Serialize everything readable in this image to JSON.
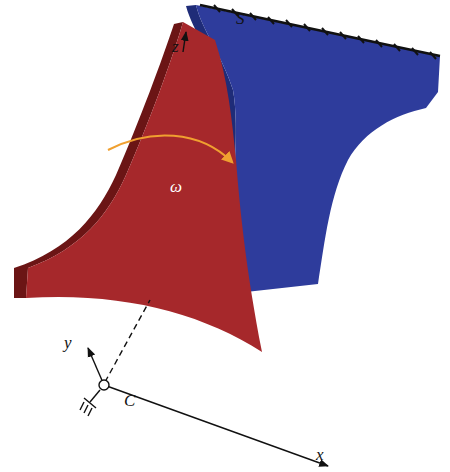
{
  "diagram": {
    "labels": [
      "S",
      "z",
      "ω",
      "y",
      "C",
      "x"
    ]
  }
}
